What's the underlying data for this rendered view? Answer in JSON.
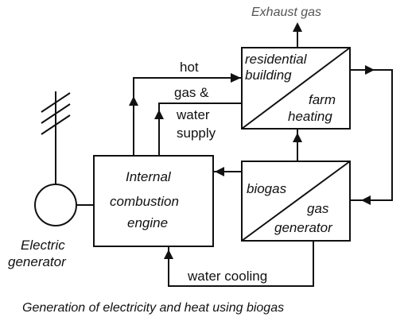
{
  "exhaust_label": "Exhaust gas",
  "hot_label": "hot",
  "gas_water_label": "gas &",
  "water_label": "water",
  "supply_label": "supply",
  "engine": {
    "line1": "Internal",
    "line2": "combustion",
    "line3": "engine"
  },
  "building": {
    "line1": "residential",
    "line2": "building",
    "line3": "farm",
    "line4": "heating"
  },
  "biogas_generator": {
    "line1": "biogas",
    "line2": "gas",
    "line3": "generator"
  },
  "electric_generator": {
    "line1": "Electric",
    "line2": "generator"
  },
  "water_cooling_label": "water cooling",
  "caption": "Generation of electricity and heat using biogas",
  "colors": {
    "ink": "#111111",
    "exhaust": "#555555",
    "background": "#ffffff"
  }
}
